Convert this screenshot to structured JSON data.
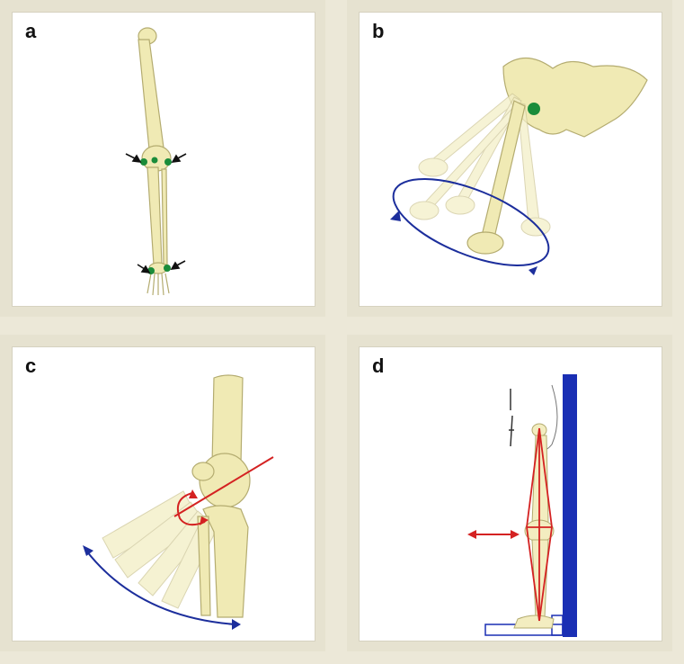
{
  "panels": [
    {
      "label": "a",
      "illustration": "leg-skeleton-markers"
    },
    {
      "label": "b",
      "illustration": "hip-circumduction"
    },
    {
      "label": "c",
      "illustration": "knee-flexion"
    },
    {
      "label": "d",
      "illustration": "lower-limb-alignment"
    }
  ],
  "colors": {
    "background": "#ece8d8",
    "bone": "#f0eab4",
    "bone_outline": "#b4ac70",
    "marker": "#1a8c3a",
    "arrow_blue": "#1c2e9c",
    "arrow_red": "#d42222",
    "wall": "#1a2fb4"
  }
}
